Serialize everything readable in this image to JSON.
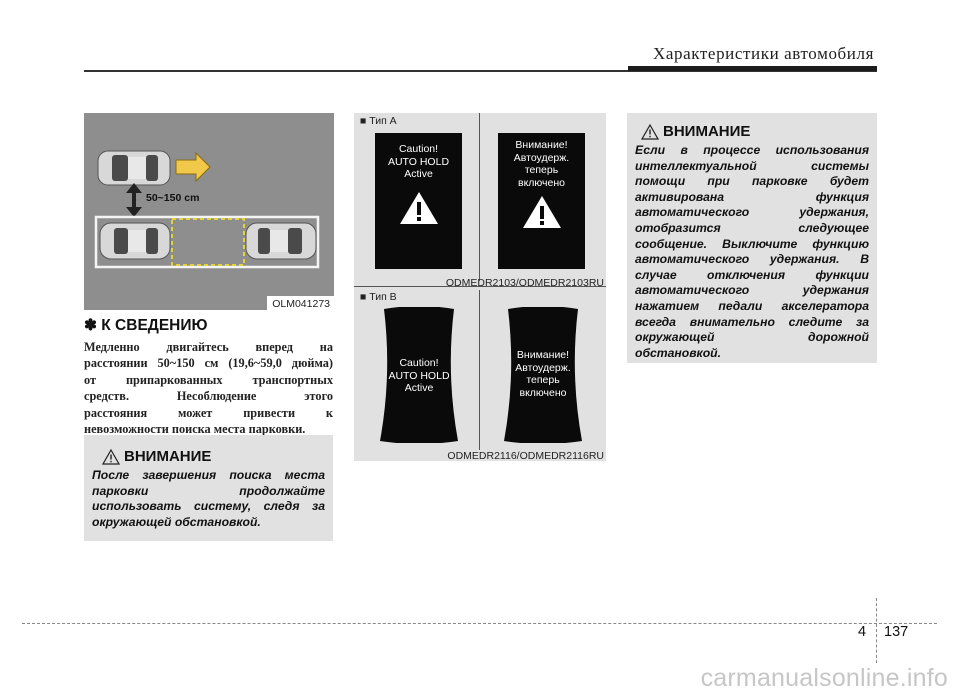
{
  "header": {
    "title": "Характеристики автомобиля"
  },
  "figure1": {
    "distance_label": "50~150 cm",
    "code": "OLM041273"
  },
  "section": {
    "title": "✽ К СВЕДЕНИЮ",
    "lines": [
      "Медленно двигайтесь вперед на",
      "расстоянии 50~150 см (19,6~59,0 дюйма)",
      "от припаркованных транспортных",
      "средств. Несоблюдение этого",
      "расстояния может привести к",
      "невозможности поиска места парковки."
    ]
  },
  "caution_left": {
    "title": "ВНИМАНИЕ",
    "lines": [
      "После завершения поиска места",
      "парковки продолжайте",
      "использовать систему, следя за",
      "окружающей обстановкой."
    ]
  },
  "displays": {
    "type_a": "■ Тип A",
    "type_b": "■ Тип B",
    "code_a": "ODMEDR2103/ODMEDR2103RU",
    "code_b": "ODMEDR2116/ODMEDR2116RU",
    "en_lines": [
      "Caution!",
      "AUTO HOLD",
      "Active"
    ],
    "ru_lines": [
      "Внимание!",
      "Автоудерж.",
      "теперь",
      "включено"
    ]
  },
  "caution_right": {
    "title": "ВНИМАНИЕ",
    "lines": [
      "Если в процессе использования",
      "интеллектуальной системы",
      "помощи при парковке будет",
      "активирована функция",
      "автоматического удержания,",
      "отобразится следующее",
      "сообщение. Выключите функцию",
      "автоматического удержания. В",
      "случае отключения функции",
      "автоматического удержания",
      "нажатием педали акселератора",
      "всегда внимательно следите за",
      "окружающей дорожной",
      "обстановкой."
    ]
  },
  "footer": {
    "chapter": "4",
    "page": "137",
    "watermark": "carmanualsonline.info"
  }
}
